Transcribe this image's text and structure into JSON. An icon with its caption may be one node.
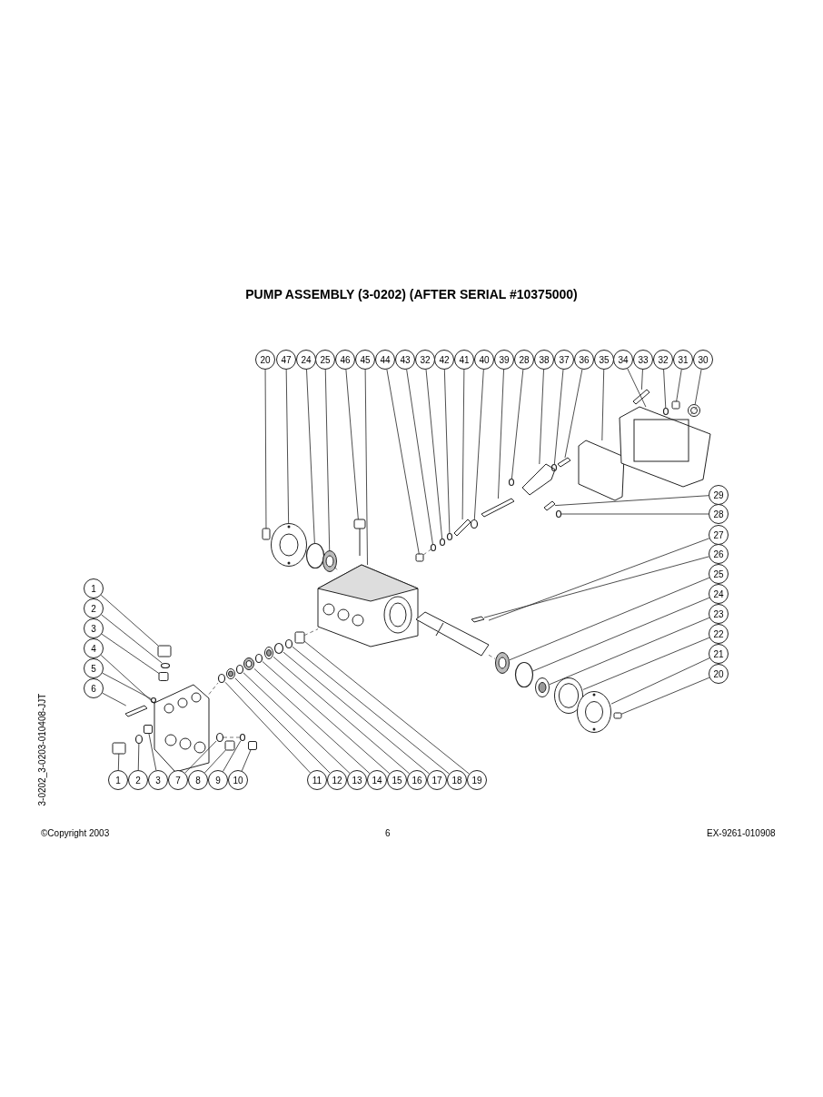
{
  "diagram": {
    "title": "PUMP ASSEMBLY (3-0202) (AFTER SERIAL #10375000)",
    "nodes": [
      {
        "text": [
          "20"
        ]
      },
      {
        "text": [
          "47"
        ]
      },
      {
        "text": [
          "24"
        ]
      },
      {
        "text": [
          "25"
        ]
      },
      {
        "text": [
          "46"
        ]
      },
      {
        "text": [
          "45"
        ]
      },
      {
        "text": [
          "44"
        ]
      },
      {
        "text": [
          "43"
        ]
      },
      {
        "text": [
          "32"
        ]
      },
      {
        "text": [
          "42"
        ]
      },
      {
        "text": [
          "41"
        ]
      },
      {
        "text": [
          "40"
        ]
      },
      {
        "text": [
          "39"
        ]
      },
      {
        "text": [
          "28"
        ]
      },
      {
        "text": [
          "38"
        ]
      },
      {
        "text": [
          "37"
        ]
      },
      {
        "text": [
          "36"
        ]
      },
      {
        "text": [
          "35"
        ]
      },
      {
        "text": [
          "34"
        ]
      },
      {
        "text": [
          "33"
        ]
      },
      {
        "text": [
          "32"
        ]
      },
      {
        "text": [
          "31"
        ]
      },
      {
        "text": [
          "30"
        ]
      },
      {
        "text": [
          "29"
        ]
      },
      {
        "text": [
          "28"
        ]
      },
      {
        "text": [
          "27"
        ]
      },
      {
        "text": [
          "26"
        ]
      },
      {
        "text": [
          "25"
        ]
      },
      {
        "text": [
          "24"
        ]
      },
      {
        "text": [
          "23"
        ]
      },
      {
        "text": [
          "22"
        ]
      },
      {
        "text": [
          "21"
        ]
      },
      {
        "text": [
          "20"
        ]
      },
      {
        "text": [
          "1"
        ]
      },
      {
        "text": [
          "2"
        ]
      },
      {
        "text": [
          "3"
        ]
      },
      {
        "text": [
          "4"
        ]
      },
      {
        "text": [
          "5"
        ]
      },
      {
        "text": [
          "6"
        ]
      },
      {
        "text": [
          "1"
        ]
      },
      {
        "text": [
          "2"
        ]
      },
      {
        "text": [
          "3"
        ]
      },
      {
        "text": [
          "7"
        ]
      },
      {
        "text": [
          "8"
        ]
      },
      {
        "text": [
          "9"
        ]
      },
      {
        "text": [
          "10"
        ]
      },
      {
        "text": [
          "11"
        ]
      },
      {
        "text": [
          "12"
        ]
      },
      {
        "text": [
          "13"
        ]
      },
      {
        "text": [
          "14"
        ]
      },
      {
        "text": [
          "15"
        ]
      },
      {
        "text": [
          "16"
        ]
      },
      {
        "text": [
          "17"
        ]
      },
      {
        "text": [
          "18"
        ]
      },
      {
        "text": [
          "19"
        ]
      },
      {
        "text": [],
        "shape": "box"
      },
      {
        "text": [],
        "shape": "picture"
      },
      {
        "text": [],
        "shape": "circle"
      },
      {
        "text": [],
        "shape": "picture"
      },
      {
        "text": [],
        "shape": "picture"
      },
      {
        "text": [],
        "shape": "picture"
      },
      {
        "text": [],
        "shape": "box"
      },
      {
        "text": [],
        "shape": "circle"
      },
      {
        "text": [],
        "shape": "circle"
      },
      {
        "text": [],
        "shape": "circle"
      },
      {
        "text": [],
        "shape": "bar"
      },
      {
        "text": [],
        "shape": "circle"
      },
      {
        "text": [],
        "shape": "bar"
      },
      {
        "text": [],
        "shape": "circle"
      },
      {
        "text": [],
        "shape": "picture"
      },
      {
        "text": [],
        "shape": "circle"
      },
      {
        "text": [],
        "shape": "bar"
      },
      {
        "text": [],
        "shape": "picture"
      },
      {
        "text": [],
        "shape": "picture"
      },
      {
        "text": [],
        "shape": "bar"
      },
      {
        "text": [],
        "shape": "circle"
      },
      {
        "text": [],
        "shape": "box"
      },
      {
        "text": [],
        "shape": "picture"
      },
      {
        "text": [],
        "shape": "bar"
      },
      {
        "text": [],
        "shape": "circle"
      },
      {
        "text": [],
        "shape": "picture"
      },
      {
        "text": [],
        "shape": "bar"
      },
      {
        "text": [],
        "shape": "picture"
      },
      {
        "text": [],
        "shape": "circle"
      },
      {
        "text": [],
        "shape": "picture"
      },
      {
        "text": [],
        "shape": "picture"
      },
      {
        "text": [],
        "shape": "picture"
      },
      {
        "text": [],
        "shape": "box"
      },
      {
        "text": [],
        "shape": "box"
      },
      {
        "text": [],
        "shape": "circle"
      },
      {
        "text": [],
        "shape": "box"
      },
      {
        "text": [],
        "shape": "picture"
      },
      {
        "text": [],
        "shape": "circle"
      },
      {
        "text": [],
        "shape": "bar"
      },
      {
        "text": [],
        "shape": "box"
      },
      {
        "text": [],
        "shape": "circle"
      },
      {
        "text": [],
        "shape": "box"
      },
      {
        "text": [],
        "shape": "circle"
      },
      {
        "text": [],
        "shape": "box"
      },
      {
        "text": [],
        "shape": "circle"
      },
      {
        "text": [],
        "shape": "box"
      },
      {
        "text": [],
        "shape": "circle"
      },
      {
        "text": [],
        "shape": "picture"
      },
      {
        "text": [],
        "shape": "circle"
      },
      {
        "text": [],
        "shape": "picture"
      },
      {
        "text": [],
        "shape": "circle"
      },
      {
        "text": [],
        "shape": "picture"
      },
      {
        "text": [],
        "shape": "circle"
      },
      {
        "text": [],
        "shape": "circle"
      },
      {
        "text": [],
        "shape": "box"
      }
    ],
    "edges": [
      {
        "from": 0,
        "to": 55,
        "arrow": "none"
      },
      {
        "from": 1,
        "to": 56,
        "arrow": "none"
      },
      {
        "from": 2,
        "to": 57,
        "arrow": "none"
      },
      {
        "from": 3,
        "to": 58,
        "arrow": "none"
      },
      {
        "from": 4,
        "to": 59,
        "arrow": "none"
      },
      {
        "from": 5,
        "to": 60,
        "arrow": "none"
      },
      {
        "from": 6,
        "to": 61,
        "arrow": "none"
      },
      {
        "from": 7,
        "to": 62,
        "arrow": "none"
      },
      {
        "from": 8,
        "to": 63,
        "arrow": "none"
      },
      {
        "from": 9,
        "to": 64,
        "arrow": "none"
      },
      {
        "from": 10,
        "to": 65,
        "arrow": "none"
      },
      {
        "from": 11,
        "to": 66,
        "arrow": "none"
      },
      {
        "from": 12,
        "to": 67,
        "arrow": "none"
      },
      {
        "from": 13,
        "to": 68,
        "arrow": "none"
      },
      {
        "from": 14,
        "to": 69,
        "arrow": "none"
      },
      {
        "from": 15,
        "to": 70,
        "arrow": "none"
      },
      {
        "from": 16,
        "to": 71,
        "arrow": "none"
      },
      {
        "from": 17,
        "to": 72,
        "arrow": "none"
      },
      {
        "from": 18,
        "to": 73,
        "arrow": "none"
      },
      {
        "from": 19,
        "to": 74,
        "arrow": "none"
      },
      {
        "from": 20,
        "to": 75,
        "arrow": "none"
      },
      {
        "from": 21,
        "to": 76,
        "arrow": "none"
      },
      {
        "from": 22,
        "to": 77,
        "arrow": "none"
      },
      {
        "from": 23,
        "to": 78,
        "arrow": "none"
      },
      {
        "from": 24,
        "to": 79,
        "arrow": "none"
      },
      {
        "from": 25,
        "to": 80,
        "arrow": "none"
      },
      {
        "from": 26,
        "to": 81,
        "arrow": "none"
      },
      {
        "from": 27,
        "to": 82,
        "arrow": "none"
      },
      {
        "from": 28,
        "to": 83,
        "arrow": "none"
      },
      {
        "from": 29,
        "to": 84,
        "arrow": "none"
      },
      {
        "from": 30,
        "to": 85,
        "arrow": "none"
      },
      {
        "from": 31,
        "to": 86,
        "arrow": "none"
      },
      {
        "from": 32,
        "to": 87,
        "arrow": "none"
      },
      {
        "from": 33,
        "to": 88,
        "arrow": "none"
      },
      {
        "from": 34,
        "to": 89,
        "arrow": "none"
      },
      {
        "from": 35,
        "to": 90,
        "arrow": "none"
      },
      {
        "from": 36,
        "to": 91,
        "arrow": "none"
      },
      {
        "from": 37,
        "to": 92,
        "arrow": "none"
      },
      {
        "from": 38,
        "to": 93,
        "arrow": "none"
      },
      {
        "from": 39,
        "to": 94,
        "arrow": "none"
      },
      {
        "from": 40,
        "to": 95,
        "arrow": "none"
      },
      {
        "from": 41,
        "to": 96,
        "arrow": "none"
      },
      {
        "from": 42,
        "to": 97,
        "arrow": "none"
      },
      {
        "from": 43,
        "to": 98,
        "arrow": "none"
      },
      {
        "from": 44,
        "to": 99,
        "arrow": "none"
      },
      {
        "from": 45,
        "to": 100,
        "arrow": "none"
      },
      {
        "from": 46,
        "to": 101,
        "arrow": "none"
      },
      {
        "from": 47,
        "to": 102,
        "arrow": "none"
      },
      {
        "from": 48,
        "to": 103,
        "arrow": "none"
      },
      {
        "from": 49,
        "to": 104,
        "arrow": "none"
      },
      {
        "from": 50,
        "to": 105,
        "arrow": "none"
      },
      {
        "from": 51,
        "to": 106,
        "arrow": "none"
      },
      {
        "from": 52,
        "to": 107,
        "arrow": "none"
      },
      {
        "from": 53,
        "to": 108,
        "arrow": "none"
      },
      {
        "from": 54,
        "to": 109,
        "arrow": "none"
      },
      {
        "from": 91,
        "to": 101,
        "arrow": "none",
        "style": "dashed"
      },
      {
        "from": 109,
        "to": 60,
        "arrow": "none",
        "style": "dashed"
      },
      {
        "from": 80,
        "to": 82,
        "arrow": "none",
        "style": "dashed"
      },
      {
        "from": 61,
        "to": 62,
        "arrow": "none",
        "style": "dashed"
      },
      {
        "from": 73,
        "to": 77,
        "arrow": "none",
        "style": "dashed"
      },
      {
        "from": 58,
        "to": 60,
        "arrow": "none",
        "style": "dashed"
      },
      {
        "from": 97,
        "to": 99,
        "arrow": "none",
        "style": "dashed"
      }
    ],
    "labels": [
      "3-0202_3-0203-010408-JJT",
      "©Copyright 2003",
      "6",
      "EX-9261-010908"
    ]
  }
}
